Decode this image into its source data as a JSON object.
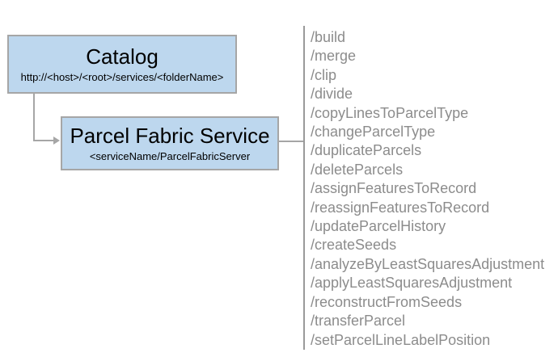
{
  "catalog_box": {
    "title": "Catalog",
    "subtitle": "http://<host>/<root>/services/<folderName>"
  },
  "service_box": {
    "title": "Parcel Fabric Service",
    "subtitle": "<serviceName/ParcelFabricServer"
  },
  "endpoints": [
    "/build",
    "/merge",
    "/clip",
    "/divide",
    "/copyLinesToParcelType",
    "/changeParcelType",
    "/duplicateParcels",
    "/deleteParcels",
    "/assignFeaturesToRecord",
    "/reassignFeaturesToRecord",
    "/updateParcelHistory",
    "/createSeeds",
    "/analyzeByLeastSquaresAdjustment",
    "/applyLeastSquaresAdjustment",
    "/reconstructFromSeeds",
    "/transferParcel",
    "/setParcelLineLabelPosition"
  ],
  "colors": {
    "box_fill": "#bdd7ee",
    "box_border": "#a6a6a6",
    "connector": "#a6a6a6",
    "endpoint_text": "#8c8c8c",
    "rail": "#9a9a9a",
    "box_text": "#000000"
  }
}
